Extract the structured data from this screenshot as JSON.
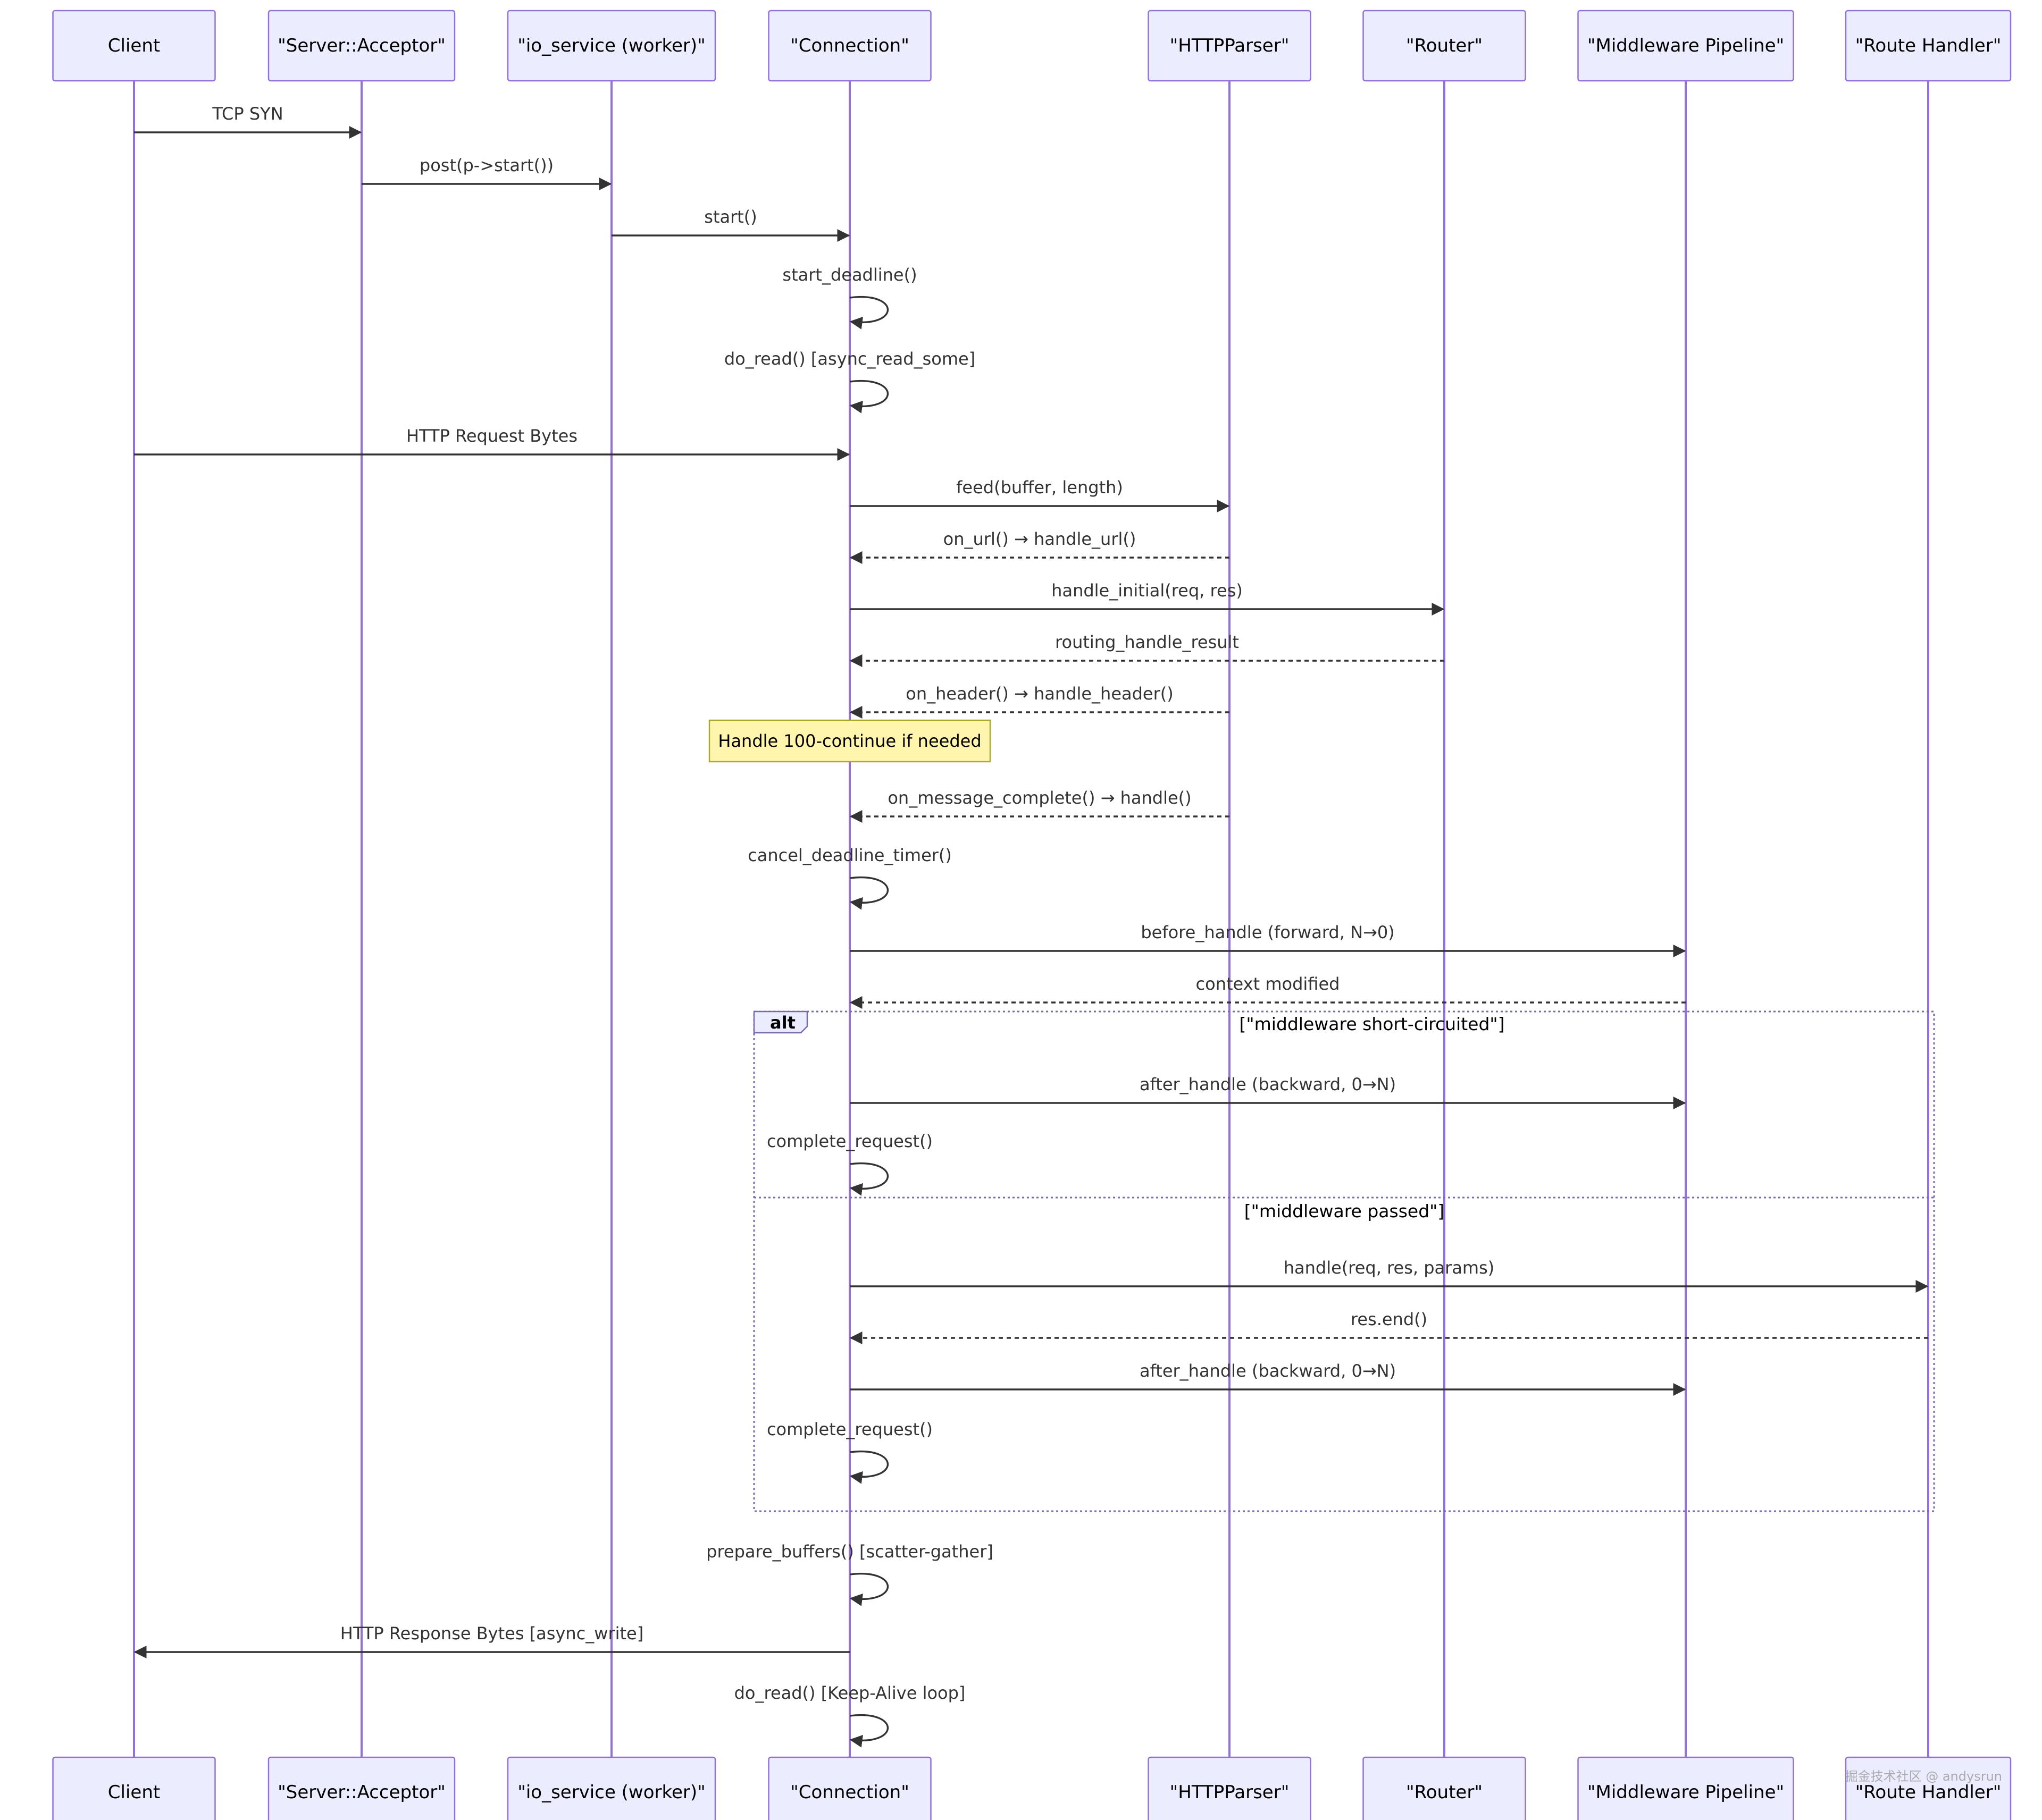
{
  "diagram": {
    "type": "sequence",
    "participants": [
      {
        "id": "client",
        "label": "Client"
      },
      {
        "id": "acceptor",
        "label": "\"Server::Acceptor\""
      },
      {
        "id": "io",
        "label": "\"io_service (worker)\""
      },
      {
        "id": "conn",
        "label": "\"Connection\""
      },
      {
        "id": "parser",
        "label": "\"HTTPParser\""
      },
      {
        "id": "router",
        "label": "\"Router\""
      },
      {
        "id": "mw",
        "label": "\"Middleware Pipeline\""
      },
      {
        "id": "handler",
        "label": "\"Route Handler\""
      }
    ],
    "messages": [
      {
        "from": "client",
        "to": "acceptor",
        "label": "TCP SYN",
        "style": "solid"
      },
      {
        "from": "acceptor",
        "to": "io",
        "label": "post(p->start())",
        "style": "solid"
      },
      {
        "from": "io",
        "to": "conn",
        "label": "start()",
        "style": "solid"
      },
      {
        "from": "conn",
        "to": "conn",
        "label": "start_deadline()",
        "style": "solid"
      },
      {
        "from": "conn",
        "to": "conn",
        "label": "do_read() [async_read_some]",
        "style": "solid"
      },
      {
        "from": "client",
        "to": "conn",
        "label": "HTTP Request Bytes",
        "style": "solid"
      },
      {
        "from": "conn",
        "to": "parser",
        "label": "feed(buffer, length)",
        "style": "solid"
      },
      {
        "from": "parser",
        "to": "conn",
        "label": "on_url() → handle_url()",
        "style": "dashed"
      },
      {
        "from": "conn",
        "to": "router",
        "label": "handle_initial(req, res)",
        "style": "solid"
      },
      {
        "from": "router",
        "to": "conn",
        "label": "routing_handle_result",
        "style": "dashed"
      },
      {
        "from": "parser",
        "to": "conn",
        "label": "on_header() → handle_header()",
        "style": "dashed"
      },
      {
        "from": "parser",
        "to": "conn",
        "label": "on_message_complete() → handle()",
        "style": "dashed"
      },
      {
        "from": "conn",
        "to": "conn",
        "label": "cancel_deadline_timer()",
        "style": "solid"
      },
      {
        "from": "conn",
        "to": "mw",
        "label": "before_handle (forward, N→0)",
        "style": "solid"
      },
      {
        "from": "mw",
        "to": "conn",
        "label": "context modified",
        "style": "dashed"
      },
      {
        "from": "conn",
        "to": "mw",
        "label": "after_handle (backward, 0→N)",
        "style": "solid"
      },
      {
        "from": "conn",
        "to": "conn",
        "label": "complete_request()",
        "style": "solid"
      },
      {
        "from": "conn",
        "to": "handler",
        "label": "handle(req, res, params)",
        "style": "solid"
      },
      {
        "from": "handler",
        "to": "conn",
        "label": "res.end()",
        "style": "dashed"
      },
      {
        "from": "conn",
        "to": "mw",
        "label": "after_handle (backward, 0→N)",
        "style": "solid"
      },
      {
        "from": "conn",
        "to": "conn",
        "label": "complete_request()",
        "style": "solid"
      },
      {
        "from": "conn",
        "to": "conn",
        "label": "prepare_buffers() [scatter-gather]",
        "style": "solid"
      },
      {
        "from": "conn",
        "to": "client",
        "label": "HTTP Response Bytes [async_write]",
        "style": "solid"
      },
      {
        "from": "conn",
        "to": "conn",
        "label": "do_read() [Keep-Alive loop]",
        "style": "solid"
      }
    ],
    "note": {
      "over": "conn",
      "text": "Handle 100-continue if needed"
    },
    "alt_frame": {
      "label": "alt",
      "conditions": [
        "[\"middleware short-circuited\"]",
        "[\"middleware passed\"]"
      ]
    },
    "watermark": "掘金技术社区 @ andysrun"
  }
}
